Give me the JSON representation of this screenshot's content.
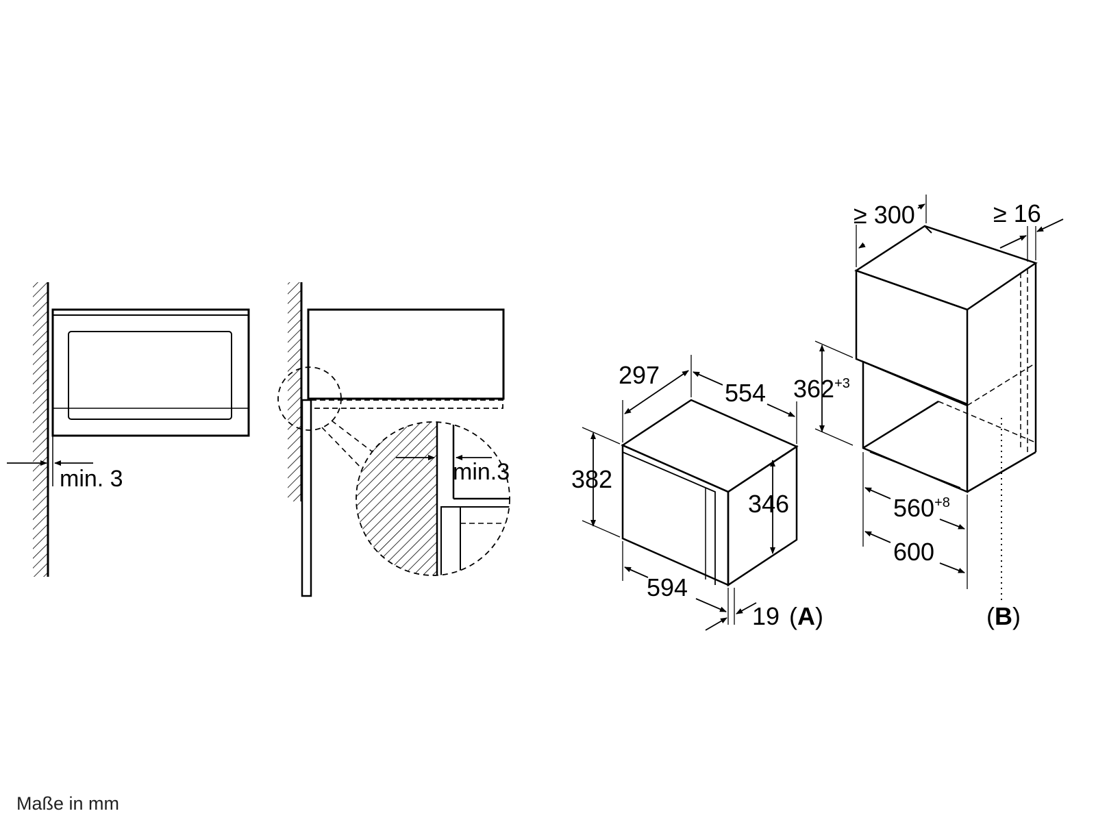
{
  "figure_side_view": {
    "clearance_label": "min. 3"
  },
  "figure_cabinet_detail": {
    "clearance_label": "min.3"
  },
  "appliance_a": {
    "depth": "297",
    "width_top": "554",
    "height_front": "382",
    "height_side": "346",
    "width_front": "594",
    "panel_thickness": "19",
    "label_open": "(",
    "label_letter": "A",
    "label_close": ")"
  },
  "niche_b": {
    "depth": "≥ 300",
    "side_panel": "≥ 16",
    "niche_height": "362",
    "niche_height_tol": "+3",
    "niche_width": "560",
    "niche_width_tol": "+8",
    "cabinet_width": "600",
    "label_open": "(",
    "label_letter": "B",
    "label_close": ")"
  },
  "footer": {
    "units_note": "Maße in mm"
  }
}
